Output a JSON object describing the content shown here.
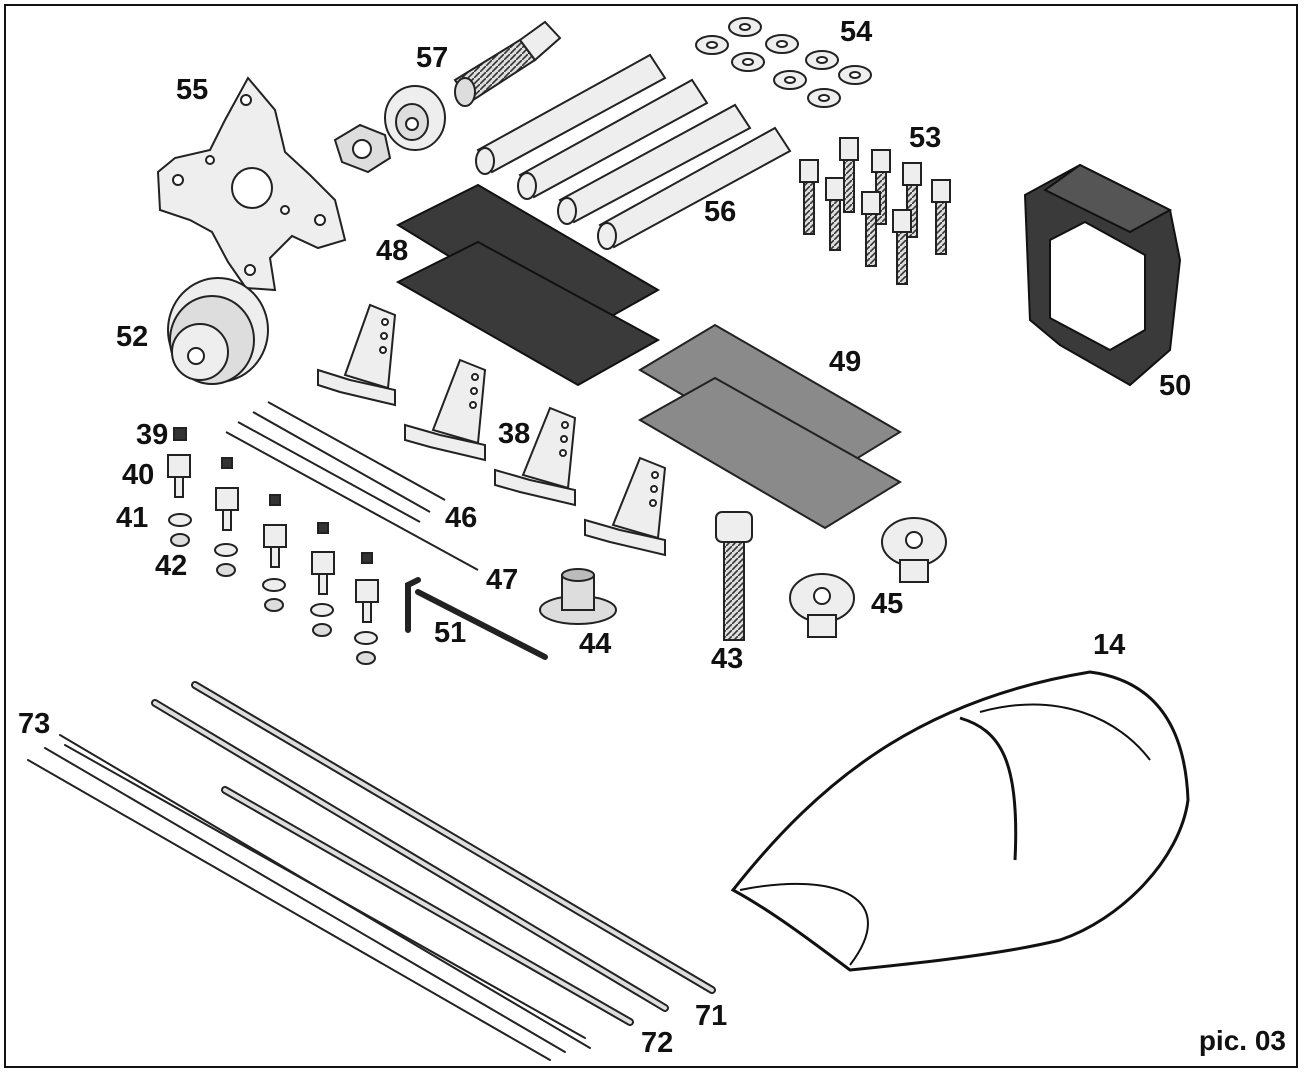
{
  "figure_label": "pic. 03",
  "parts": [
    {
      "id": "55",
      "label": "55"
    },
    {
      "id": "57",
      "label": "57"
    },
    {
      "id": "54",
      "label": "54"
    },
    {
      "id": "53",
      "label": "53"
    },
    {
      "id": "56",
      "label": "56"
    },
    {
      "id": "48",
      "label": "48"
    },
    {
      "id": "50",
      "label": "50"
    },
    {
      "id": "52",
      "label": "52"
    },
    {
      "id": "49",
      "label": "49"
    },
    {
      "id": "38",
      "label": "38"
    },
    {
      "id": "39",
      "label": "39"
    },
    {
      "id": "40",
      "label": "40"
    },
    {
      "id": "41",
      "label": "41"
    },
    {
      "id": "42",
      "label": "42"
    },
    {
      "id": "46",
      "label": "46"
    },
    {
      "id": "47",
      "label": "47"
    },
    {
      "id": "51",
      "label": "51"
    },
    {
      "id": "44",
      "label": "44"
    },
    {
      "id": "43",
      "label": "43"
    },
    {
      "id": "45",
      "label": "45"
    },
    {
      "id": "14",
      "label": "14"
    },
    {
      "id": "73",
      "label": "73"
    },
    {
      "id": "71",
      "label": "71"
    },
    {
      "id": "72",
      "label": "72"
    }
  ],
  "colors": {
    "line": "#222222",
    "light": "#eeeeee",
    "mid": "#cfcfcf",
    "dark": "#3a3a3a",
    "medium": "#8a8a8a"
  }
}
